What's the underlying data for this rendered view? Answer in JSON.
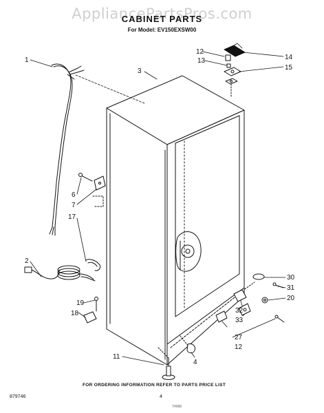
{
  "watermark": "AppliancePartsPros.com",
  "title": "CABINET PARTS",
  "model_line": "For Model: EV150EXSW00",
  "callouts": [
    {
      "id": "c1",
      "label": "1"
    },
    {
      "id": "c3",
      "label": "3"
    },
    {
      "id": "c12a",
      "label": "12"
    },
    {
      "id": "c13",
      "label": "13"
    },
    {
      "id": "c14",
      "label": "14"
    },
    {
      "id": "c15",
      "label": "15"
    },
    {
      "id": "c6",
      "label": "6"
    },
    {
      "id": "c7",
      "label": "7"
    },
    {
      "id": "c17",
      "label": "17"
    },
    {
      "id": "c2",
      "label": "2"
    },
    {
      "id": "c19",
      "label": "19"
    },
    {
      "id": "c18",
      "label": "18"
    },
    {
      "id": "c11",
      "label": "11"
    },
    {
      "id": "c4",
      "label": "4"
    },
    {
      "id": "c30",
      "label": "30"
    },
    {
      "id": "c31",
      "label": "31"
    },
    {
      "id": "c20",
      "label": "20"
    },
    {
      "id": "c32",
      "label": "32"
    },
    {
      "id": "c33",
      "label": "33"
    },
    {
      "id": "c27",
      "label": "27"
    },
    {
      "id": "c12b",
      "label": "12"
    }
  ],
  "footer_text": "FOR ORDERING INFORMATION REFER TO PARTS PRICE LIST",
  "diagram_code": "879746",
  "page_number": "4",
  "stamp": "7/4/68"
}
